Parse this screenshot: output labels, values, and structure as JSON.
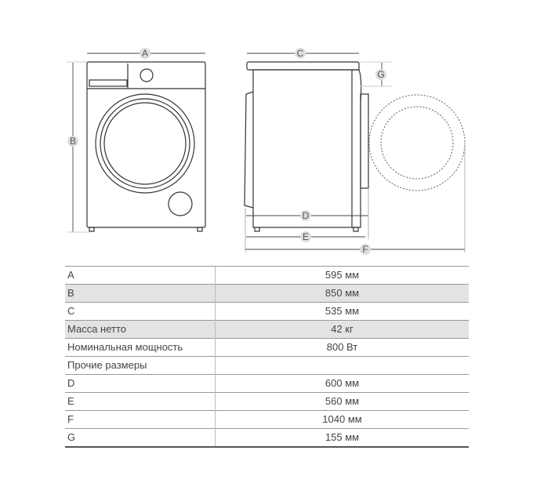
{
  "diagram": {
    "labels": {
      "A": "A",
      "B": "B",
      "C": "C",
      "D": "D",
      "E": "E",
      "F": "F",
      "G": "G"
    }
  },
  "table": {
    "rows": [
      {
        "key": "A",
        "value": "595 мм",
        "shaded": false
      },
      {
        "key": "B",
        "value": "850 мм",
        "shaded": true
      },
      {
        "key": "C",
        "value": "535 мм",
        "shaded": false
      },
      {
        "key": "Масса нетто",
        "value": "42 кг",
        "shaded": true
      },
      {
        "key": "Номинальная мощность",
        "value": "800 Вт",
        "shaded": false
      },
      {
        "key": "Прочие размеры",
        "value": "",
        "shaded": false
      },
      {
        "key": "D",
        "value": "600 мм",
        "shaded": false
      },
      {
        "key": "E",
        "value": "560 мм",
        "shaded": false
      },
      {
        "key": "F",
        "value": "1040 мм",
        "shaded": false
      },
      {
        "key": "G",
        "value": "155 мм",
        "shaded": false
      }
    ]
  }
}
